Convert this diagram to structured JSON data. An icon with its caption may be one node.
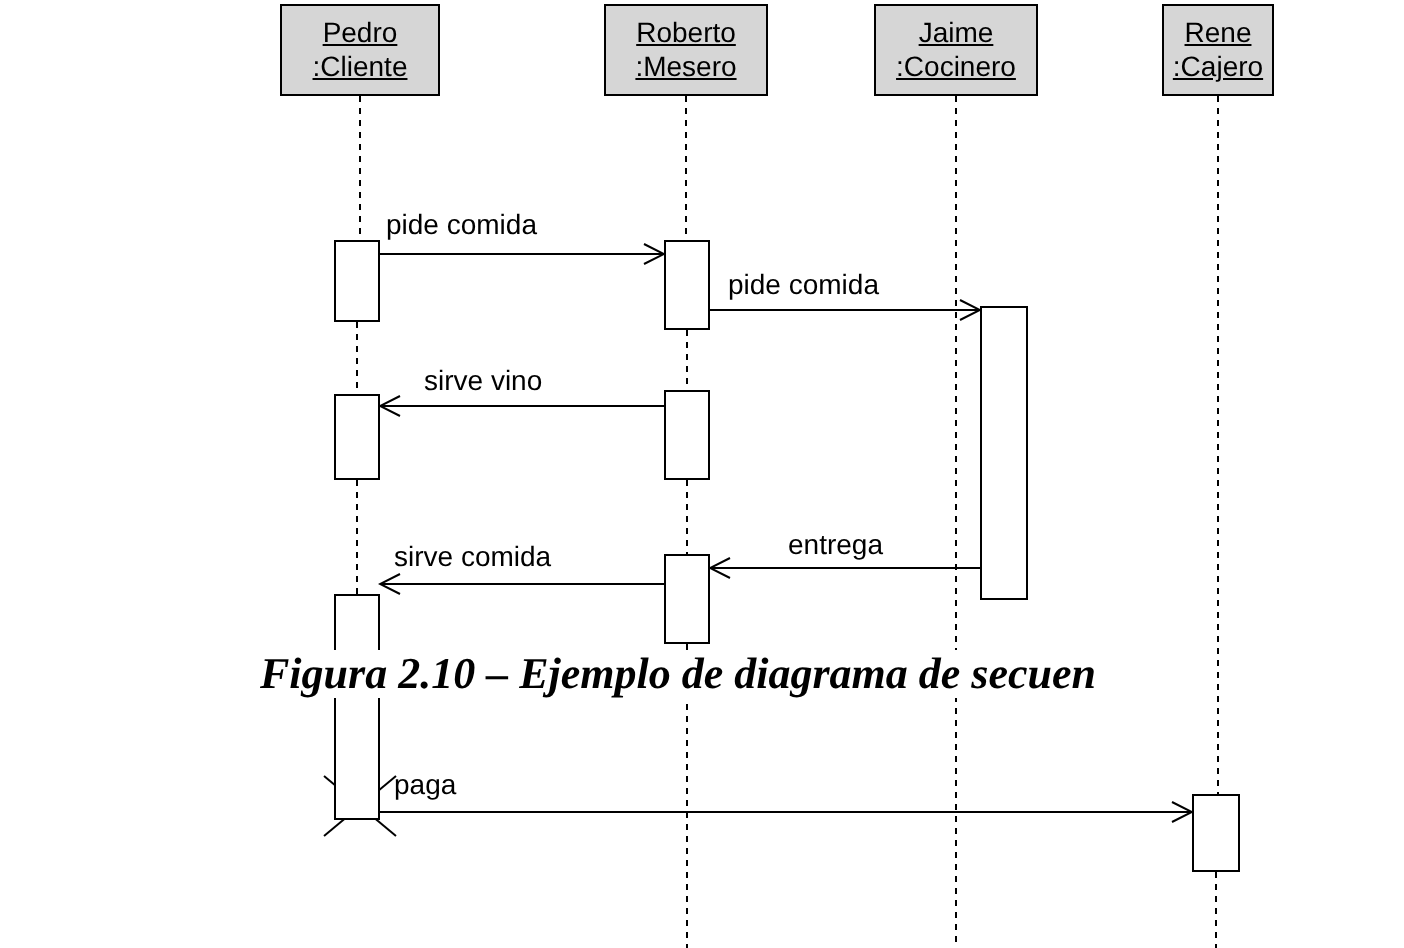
{
  "diagram": {
    "caption": "Figura 2.10 – Ejemplo de diagrama de secuen",
    "nodes": [
      {
        "text": [
          "Pedro :Cliente"
        ]
      },
      {
        "text": [
          "Roberto :Mesero"
        ]
      },
      {
        "text": [
          "Jaime :Cocinero"
        ]
      },
      {
        "text": [
          "Rene :Cajero"
        ]
      },
      {
        "text": [],
        "shape": "bar"
      },
      {
        "text": [],
        "shape": "bar"
      },
      {
        "text": [],
        "shape": "bar"
      },
      {
        "text": [],
        "shape": "bar"
      },
      {
        "text": [],
        "shape": "bar"
      },
      {
        "text": [],
        "shape": "bar"
      },
      {
        "text": [],
        "shape": "bar"
      },
      {
        "text": [],
        "shape": "bar"
      }
    ],
    "edges": [
      {
        "from": 4,
        "to": 7,
        "arrow": "to",
        "label": "pide comida"
      },
      {
        "from": 7,
        "to": 10,
        "arrow": "to",
        "label": "pide comida"
      },
      {
        "from": 8,
        "to": 5,
        "arrow": "to",
        "label": "sirve vino"
      },
      {
        "from": 10,
        "to": 9,
        "arrow": "to",
        "label": "entrega"
      },
      {
        "from": 9,
        "to": 6,
        "arrow": "to",
        "label": "sirve comida"
      },
      {
        "from": 6,
        "to": 11,
        "arrow": "to",
        "label": "paga"
      },
      {
        "from": 0,
        "to": 4,
        "arrow": "none",
        "style": "dashed"
      },
      {
        "from": 4,
        "to": 5,
        "arrow": "none",
        "style": "dashed"
      },
      {
        "from": 5,
        "to": 6,
        "arrow": "none",
        "style": "dashed"
      },
      {
        "from": 1,
        "to": 7,
        "arrow": "none",
        "style": "dashed"
      },
      {
        "from": 7,
        "to": 8,
        "arrow": "none",
        "style": "dashed"
      },
      {
        "from": 8,
        "to": 9,
        "arrow": "none",
        "style": "dashed"
      },
      {
        "from": 9,
        "to": null,
        "arrow": "none",
        "style": "dashed"
      },
      {
        "from": 2,
        "to": null,
        "arrow": "none",
        "style": "dashed"
      },
      {
        "from": 3,
        "to": 11,
        "arrow": "none",
        "style": "dashed"
      },
      {
        "from": 11,
        "to": null,
        "arrow": "none",
        "style": "dashed"
      }
    ]
  }
}
